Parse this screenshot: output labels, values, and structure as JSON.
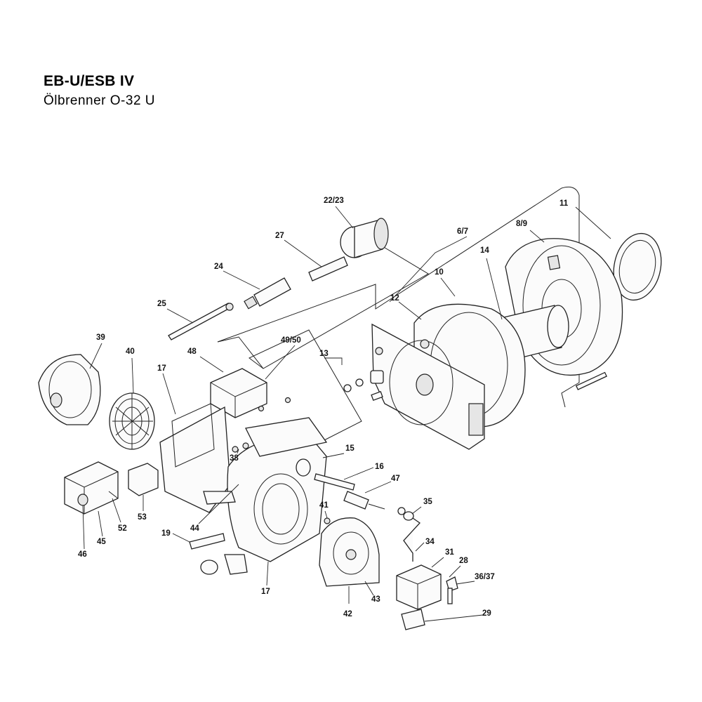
{
  "header": {
    "title": "EB-U/ESB IV",
    "subtitle": "Ölbrenner O-32 U"
  },
  "parts": {
    "p11": "11",
    "p8_9": "8/9",
    "p6_7": "6/7",
    "p14": "14",
    "p10": "10",
    "p12": "12",
    "p22_23": "22/23",
    "p27": "27",
    "p24": "24",
    "p25": "25",
    "p13": "13",
    "p49_50": "49/50",
    "p48": "48",
    "p39": "39",
    "p40": "40",
    "p17a": "17",
    "p15": "15",
    "p16": "16",
    "p47": "47",
    "p38": "38",
    "p35": "35",
    "p41": "41",
    "p34": "34",
    "p31": "31",
    "p28": "28",
    "p36_37": "36/37",
    "p29": "29",
    "p42": "42",
    "p43": "43",
    "p17b": "17",
    "p44": "44",
    "p19": "19",
    "p53": "53",
    "p52": "52",
    "p45": "45",
    "p46": "46"
  }
}
